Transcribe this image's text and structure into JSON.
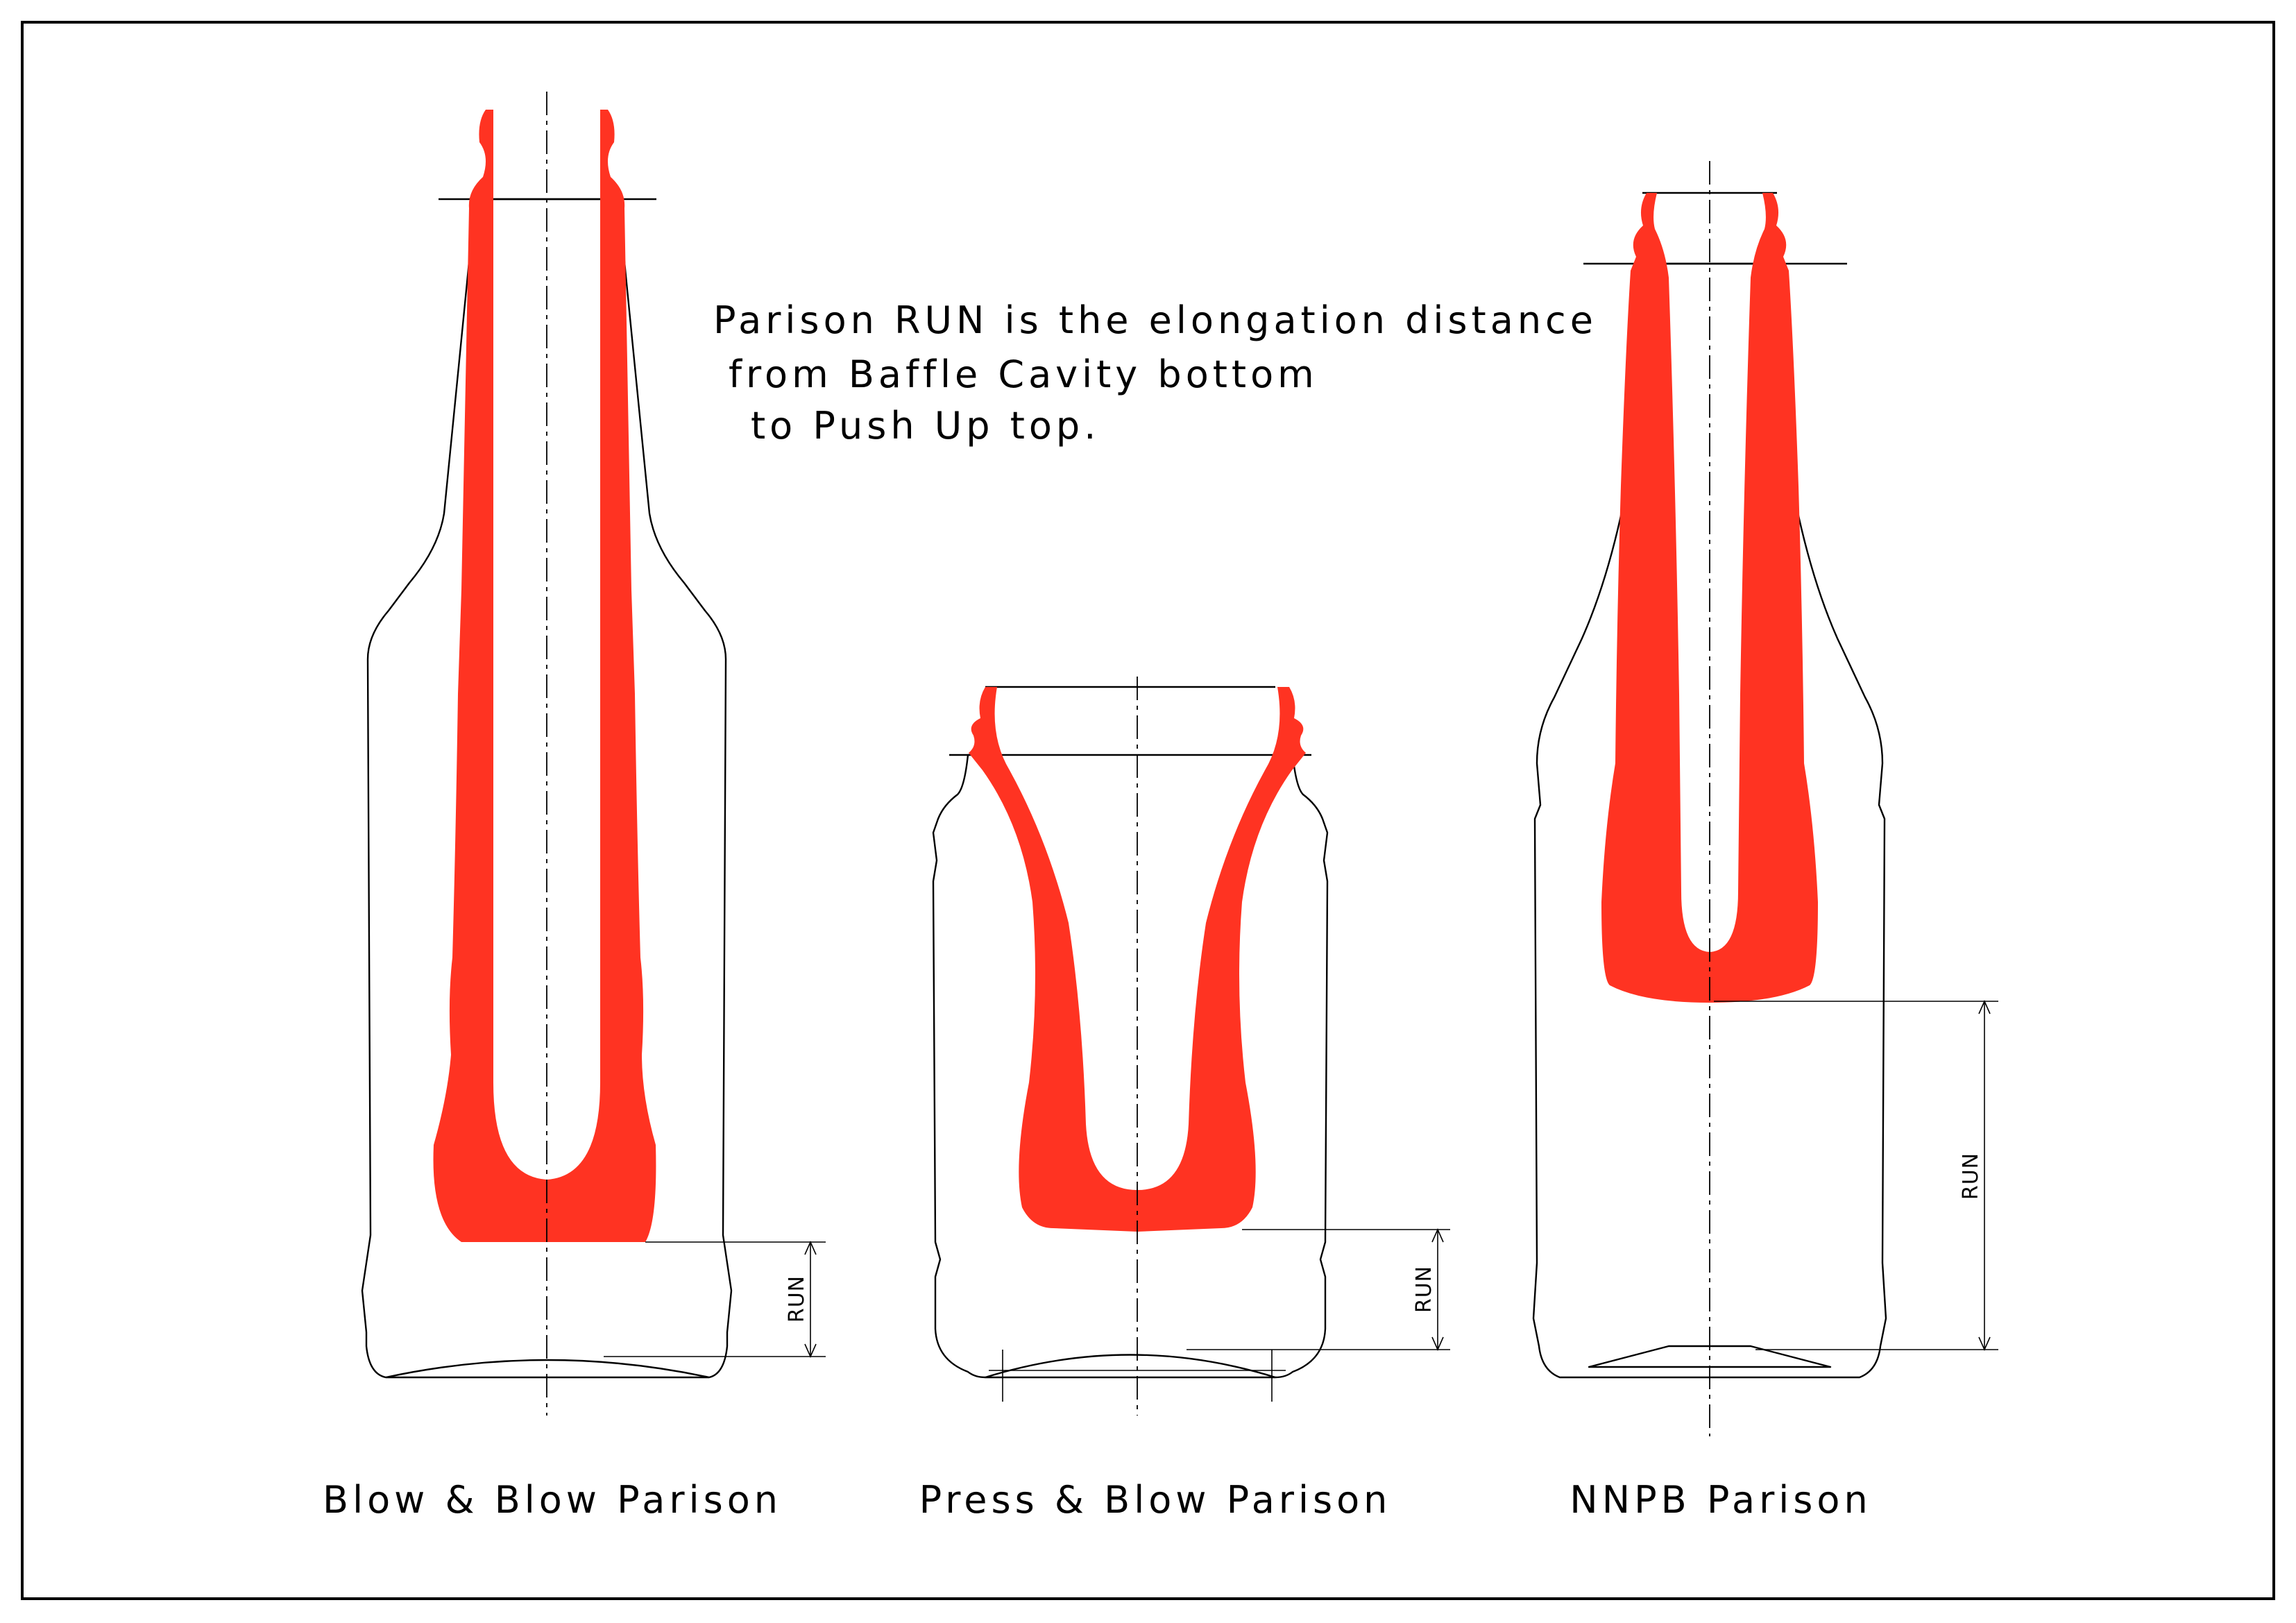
{
  "note": {
    "line1": "Parison RUN is the elongation distance",
    "line2": "from Baffle Cavity bottom",
    "line3": "to Push Up top."
  },
  "containers": [
    {
      "caption": "Blow & Blow Parison",
      "run_label": "RUN"
    },
    {
      "caption": "Press & Blow Parison",
      "run_label": "RUN"
    },
    {
      "caption": "NNPB Parison",
      "run_label": "RUN"
    }
  ],
  "colors": {
    "parison": "#ff3322",
    "line": "#000000",
    "background": "#ffffff"
  }
}
